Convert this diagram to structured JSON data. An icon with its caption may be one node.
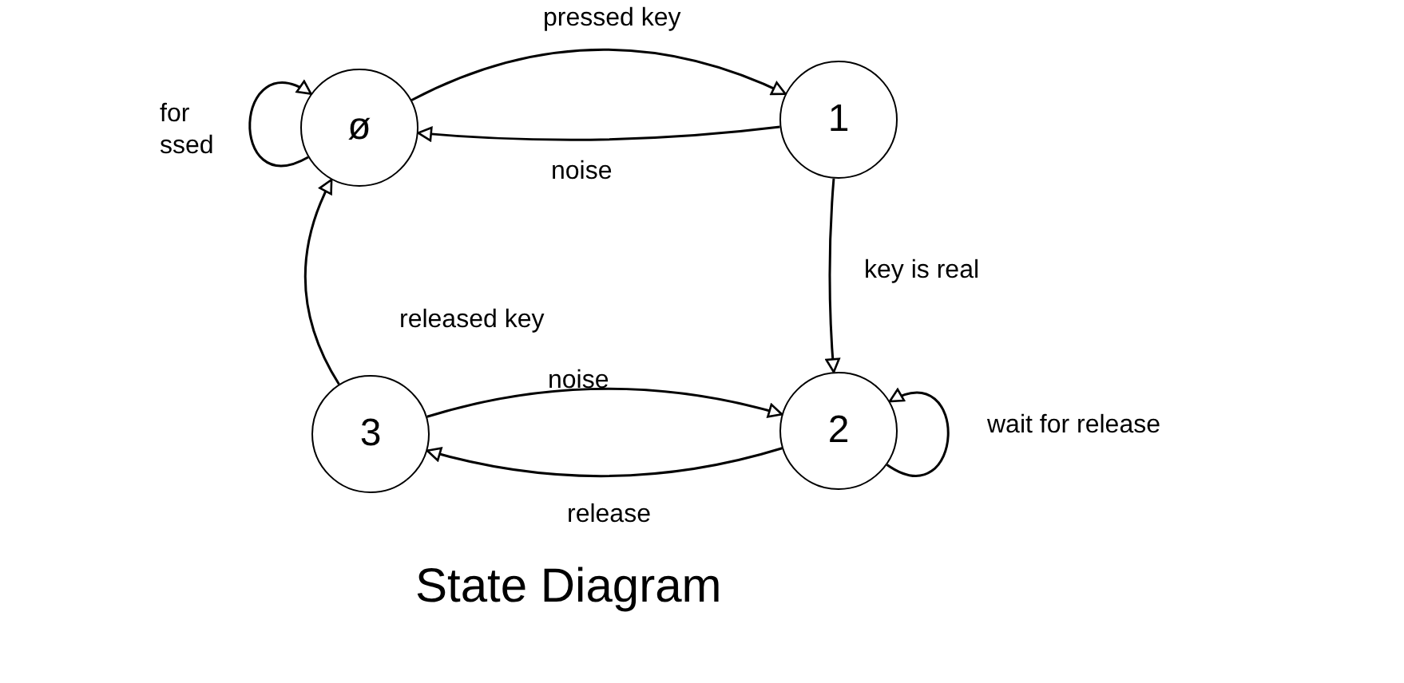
{
  "diagram": {
    "caption": "State Diagram",
    "nodes": [
      {
        "text": [
          "ø"
        ]
      },
      {
        "text": [
          "1"
        ]
      },
      {
        "text": [
          "2"
        ]
      },
      {
        "text": [
          "3"
        ]
      }
    ],
    "edges": [
      {
        "from": 0,
        "to": 0,
        "arrow": "to",
        "label": "for ssed"
      },
      {
        "from": 0,
        "to": 1,
        "arrow": "to",
        "label": "pressed key"
      },
      {
        "from": 1,
        "to": 0,
        "arrow": "to",
        "label": "noise"
      },
      {
        "from": 1,
        "to": 2,
        "arrow": "to",
        "label": "key is real"
      },
      {
        "from": 2,
        "to": 2,
        "arrow": "to",
        "label": "wait for release"
      },
      {
        "from": 3,
        "to": 2,
        "arrow": "to",
        "label": "noise"
      },
      {
        "from": 2,
        "to": 3,
        "arrow": "to",
        "label": "release"
      },
      {
        "from": 3,
        "to": 0,
        "arrow": "to",
        "label": "released key"
      }
    ]
  }
}
